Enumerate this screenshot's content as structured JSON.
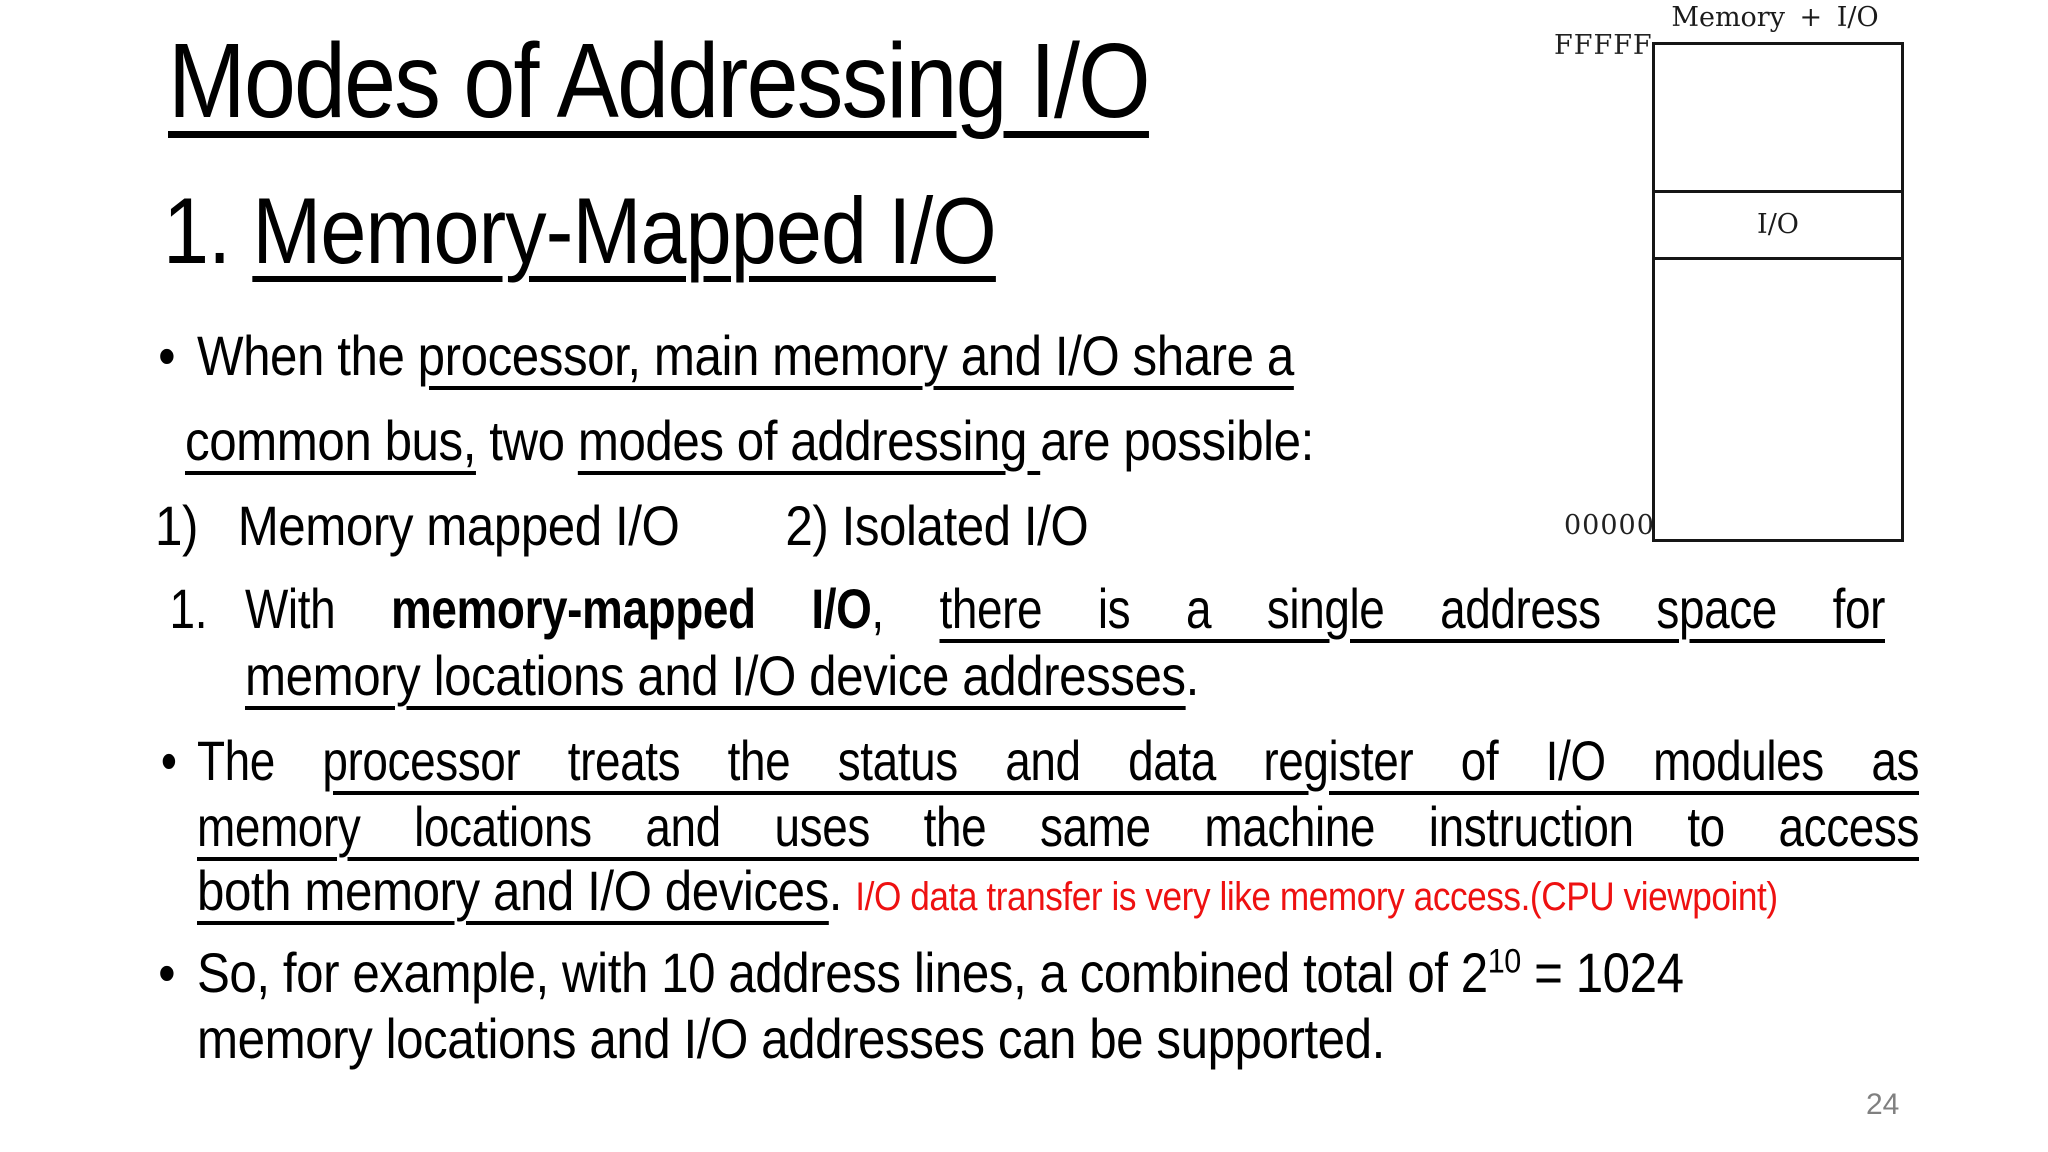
{
  "slide": {
    "title": "Modes of Addressing I/O",
    "page_number": "24",
    "colors": {
      "text": "#000000",
      "red_note": "#ee1111",
      "page_number_gray": "#808080"
    }
  },
  "subtitle": {
    "number": "1. ",
    "text": "Memory-Mapped I/O"
  },
  "body": {
    "lines": [
      {
        "id": "l1",
        "marker": "•",
        "segments": [
          {
            "t": "When the "
          },
          {
            "t": "processor, main memory and I/O share a ",
            "u": true
          }
        ]
      },
      {
        "id": "l2",
        "segments": [
          {
            "t": "common bus,",
            "u": true
          },
          {
            "t": " two "
          },
          {
            "t": "modes of addressing ",
            "u": true
          },
          {
            "t": "are possible:"
          }
        ]
      },
      {
        "id": "l3",
        "segments": [
          {
            "t": "1)   Memory mapped I/O        2) Isolated I/O"
          }
        ]
      },
      {
        "id": "l4",
        "marker": "1.",
        "justify": true,
        "segments": [
          {
            "t": "With "
          },
          {
            "t": "memory-mapped I/O",
            "b": true
          },
          {
            "t": ", "
          },
          {
            "t": "there is a single address space for",
            "u": true
          }
        ]
      },
      {
        "id": "l5",
        "segments": [
          {
            "t": "memory locations and I/O device addresses",
            "u": true
          },
          {
            "t": "."
          }
        ]
      },
      {
        "id": "l6",
        "marker": "•",
        "justify": true,
        "segments": [
          {
            "t": "The "
          },
          {
            "t": "processor treats the status and data register of I/O modules as",
            "u": true
          }
        ]
      },
      {
        "id": "l7",
        "justify": true,
        "segments": [
          {
            "t": "memory locations and uses the same machine instruction to access",
            "u": true
          }
        ]
      },
      {
        "id": "l8",
        "segments": [
          {
            "t": "both memory and I/O devices",
            "u": true
          },
          {
            "t": ". "
          },
          {
            "t": "I/O data transfer is very like memory access.(CPU viewpoint)",
            "red": true
          }
        ]
      },
      {
        "id": "l9",
        "marker": "•",
        "segments": [
          {
            "t": "So, for example, with 10 address lines, a combined total of 2"
          },
          {
            "t": "10",
            "sup": true
          },
          {
            "t": " = 1024"
          }
        ]
      },
      {
        "id": "l10",
        "segments": [
          {
            "t": "memory locations and I/O addresses can be supported."
          }
        ]
      }
    ]
  },
  "diagram": {
    "title": "Memory + I/O",
    "top_label": "FFFFF",
    "bottom_label": "00000",
    "io_label": "I/O"
  }
}
